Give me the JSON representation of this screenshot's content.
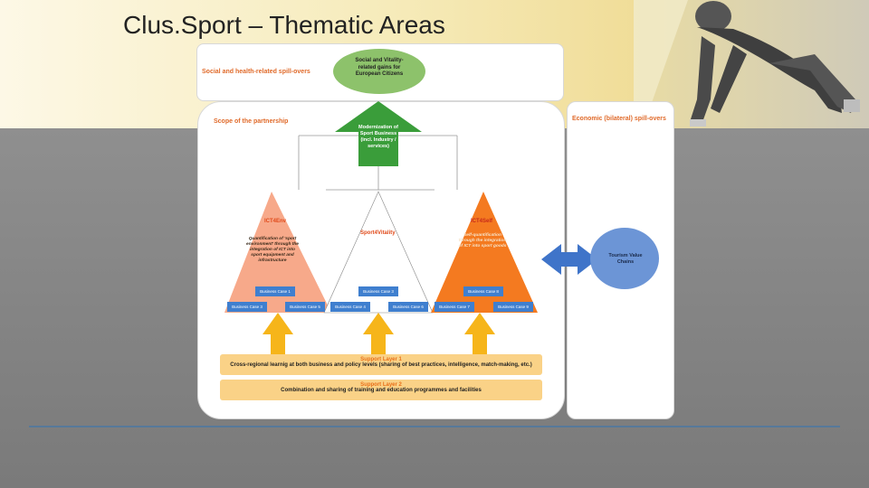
{
  "slide": {
    "title": "Clus.Sport – Thematic Areas"
  },
  "diagram": {
    "top_panel": {
      "label": "Social and health-related spill-overs",
      "ellipse": "Social and Vitality-related gains for European Citizens"
    },
    "scope": {
      "label": "Scope of the partnership",
      "modernization": "Modernization of Sport Business (incl. Industry / services)"
    },
    "economic": {
      "label": "Economic (bilateral) spill-overs",
      "tourism": "Tourism Value Chains"
    },
    "triangles": {
      "left": {
        "title": "ICT4Env",
        "desc": "Quantification of 'sport environment' through the integration of ICT into sport equipment and infrastructure",
        "top_box": "Business Case 1",
        "box_a": "Business Case 3",
        "box_b": "Business Case 5"
      },
      "middle": {
        "title": "Sport4Vitality",
        "top_box": "Business Case 3",
        "box_a": "Business Case 4",
        "box_b": "Business Case 6"
      },
      "right": {
        "title": "ICT4Self",
        "desc": "Self-quantification through the integration of ICT into sport goods",
        "top_box": "Business Case 8",
        "box_a": "Business Case 7",
        "box_b": "Business Case 9"
      }
    },
    "support_layer_1": {
      "title": "Support Layer 1",
      "desc": "Cross-regional learnig at both business and policy levels (sharing of best practices, intelligence, match-making, etc.)"
    },
    "support_layer_2": {
      "title": "Support Layer 2",
      "desc": "Combination and sharing of training and education programmes and facilities"
    }
  },
  "colors": {
    "panel_bg": "#ffffff",
    "gray_bg": "#8a8a8a",
    "header_band": "#f6e9b6",
    "green": "#8dc26b",
    "green_dark": "#3a9d3a",
    "salmon": "#f7a98a",
    "orange": "#f47a20",
    "blue_box": "#3f7fcf",
    "yellow_arrow": "#f6b51a",
    "layer_bg": "#fad287",
    "tourism_blue": "#6c95d6",
    "divider": "#2e75b6"
  }
}
